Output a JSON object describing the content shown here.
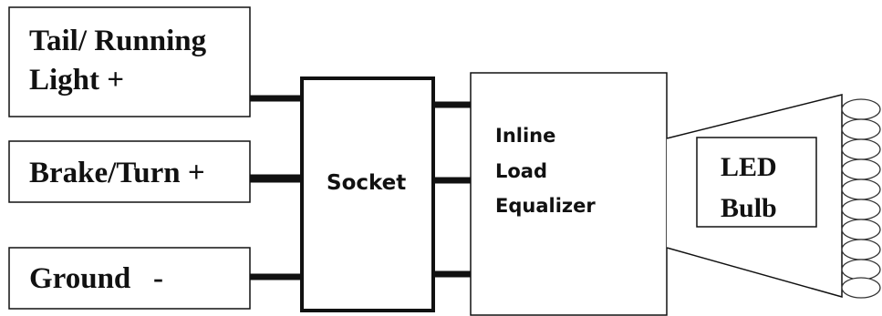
{
  "inputs": {
    "tail_running": [
      "Tail/ Running",
      "Light +"
    ],
    "brake_turn": "Brake/Turn +",
    "ground": "Ground   -"
  },
  "socket": {
    "label": "Socket"
  },
  "equalizer": {
    "lines": [
      "Inline",
      "Load",
      "Equalizer"
    ]
  },
  "led_bulb": {
    "lines": [
      "LED",
      "Bulb"
    ]
  }
}
